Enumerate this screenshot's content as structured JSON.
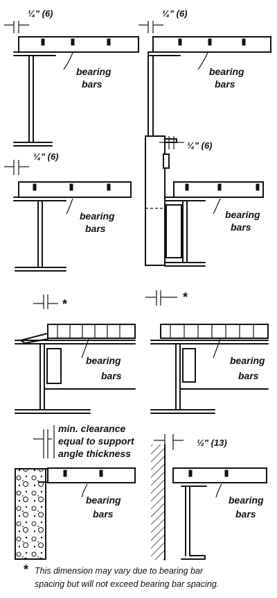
{
  "labels": {
    "bearing_line1": "bearing",
    "bearing_line2": "bars",
    "dim_quarter": "¼\" (6)",
    "dim_half": "½\" (13)",
    "star": "*"
  },
  "clearance_note": {
    "line1": "min. clearance",
    "line2": "equal to support",
    "line3": "angle thickness"
  },
  "footnote": {
    "star": "*",
    "line1": "This dimension may vary due to bearing bar",
    "line2": "spacing but will not exceed bearing bar spacing."
  }
}
